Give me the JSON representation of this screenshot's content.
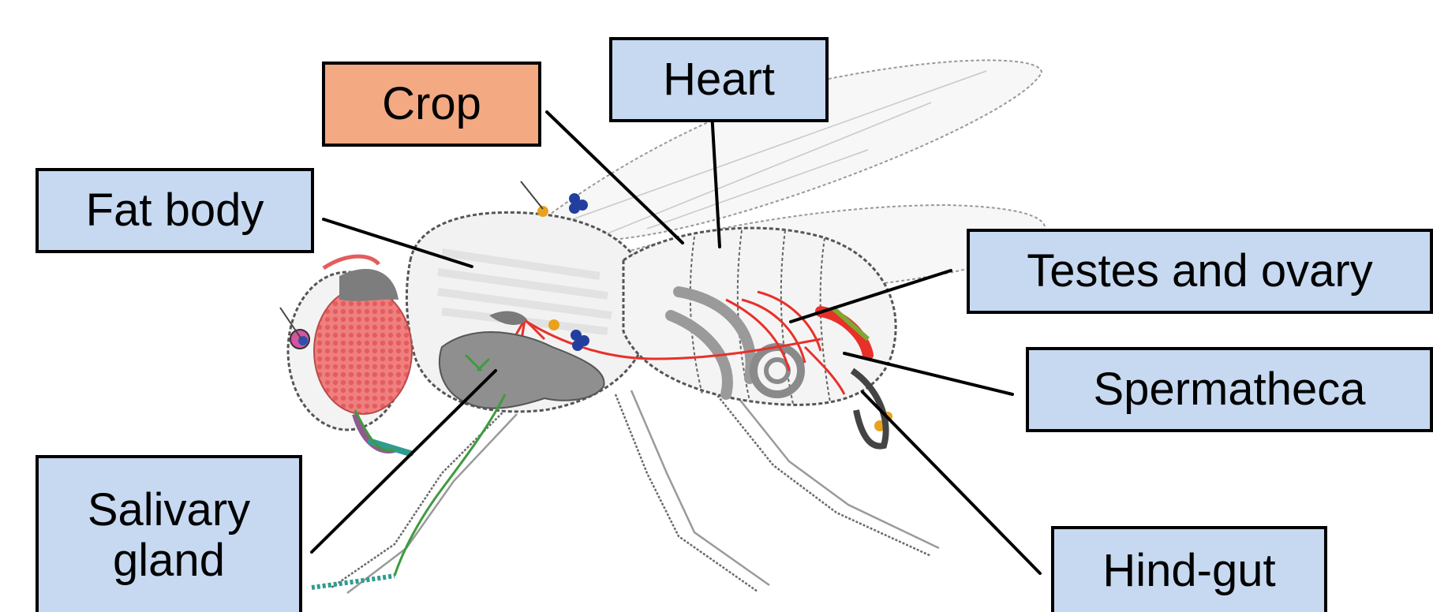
{
  "colors": {
    "label_blue": "#c6d9f0",
    "label_orange": "#f3a982",
    "connector": "#000000",
    "trachea_red": "#e8302a",
    "nerve_green": "#3e9b3e",
    "eye_pink": "#e88a8a",
    "organ_gray": "#8f8f8f"
  },
  "labels": {
    "crop": "Crop",
    "heart": "Heart",
    "fat_body": "Fat body",
    "testes_ovary": "Testes and ovary",
    "spermatheca": "Spermatheca",
    "salivary_line1": "Salivary",
    "salivary_line2": "gland",
    "hind_gut": "Hind-gut"
  }
}
